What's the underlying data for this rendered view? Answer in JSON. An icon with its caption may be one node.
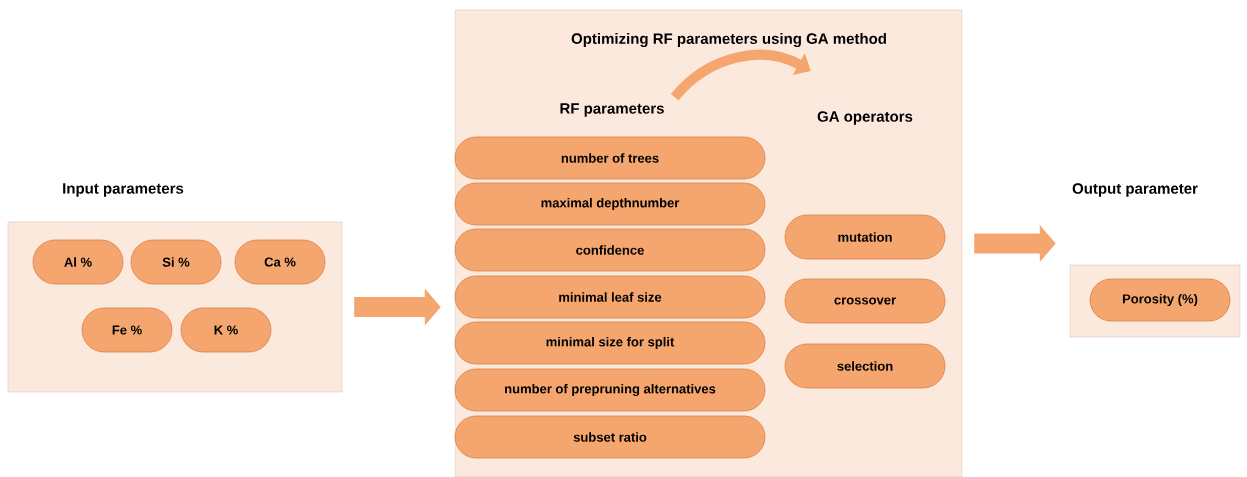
{
  "diagram": {
    "nodes": [
      {
        "text": [
          "Input parameters"
        ]
      },
      {
        "text": [
          "Al %"
        ],
        "in": 0
      },
      {
        "text": [
          "Si %"
        ],
        "in": 0
      },
      {
        "text": [
          "Ca %"
        ],
        "in": 0
      },
      {
        "text": [
          "Fe %"
        ],
        "in": 0
      },
      {
        "text": [
          "K %"
        ],
        "in": 0
      },
      {
        "text": [
          "Optimizing RF parameters using GA method"
        ]
      },
      {
        "text": [
          "RF parameters"
        ],
        "in": 6
      },
      {
        "text": [
          "GA operators"
        ],
        "in": 6
      },
      {
        "text": [
          "number of trees"
        ],
        "in": 6
      },
      {
        "text": [
          "maximal depthnumber"
        ],
        "in": 6
      },
      {
        "text": [
          "confidence"
        ],
        "in": 6
      },
      {
        "text": [
          "minimal leaf size"
        ],
        "in": 6
      },
      {
        "text": [
          "minimal size for split"
        ],
        "in": 6
      },
      {
        "text": [
          "number of prepruning alternatives"
        ],
        "in": 6
      },
      {
        "text": [
          "subset ratio"
        ],
        "in": 6
      },
      {
        "text": [
          "mutation"
        ],
        "in": 6
      },
      {
        "text": [
          "crossover"
        ],
        "in": 6
      },
      {
        "text": [
          "selection"
        ],
        "in": 6
      },
      {
        "text": [
          "Output parameter"
        ]
      },
      {
        "text": [
          "Porosity (%)"
        ],
        "in": 19
      }
    ],
    "edges": [
      {
        "from": 0,
        "to": 6,
        "arrow": "to"
      },
      {
        "from": 6,
        "to": 19,
        "arrow": "to"
      },
      {
        "from": 7,
        "to": 8,
        "arrow": "to"
      }
    ]
  }
}
